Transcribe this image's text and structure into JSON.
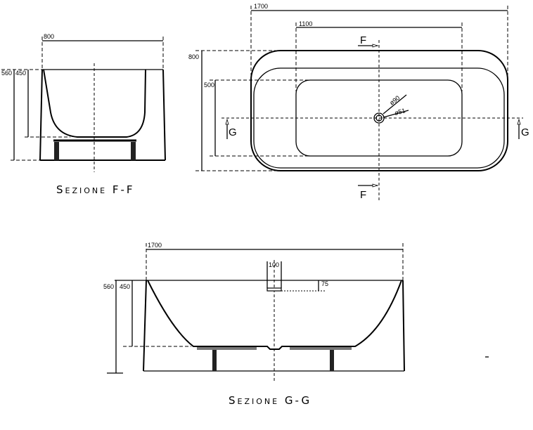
{
  "plan_view": {
    "length_dim": "1700",
    "basin_length_dim": "1100",
    "width_dim": "800",
    "basin_width_dim": "500",
    "overflow_dia": "ø90",
    "drain_dia": "ø51",
    "section_f_marker_top": "F",
    "section_f_marker_bottom": "F",
    "section_g_marker_left": "G",
    "section_g_marker_right": "G"
  },
  "section_ff": {
    "title": "Sezione F-F",
    "width_dim": "800",
    "height_dim": "560",
    "depth_dim": "450"
  },
  "section_gg": {
    "title": "Sezione G-G",
    "length_dim": "1700",
    "height_dim": "560",
    "depth_dim": "450",
    "overflow_width_dim": "100",
    "overflow_depth_dim": "75"
  }
}
